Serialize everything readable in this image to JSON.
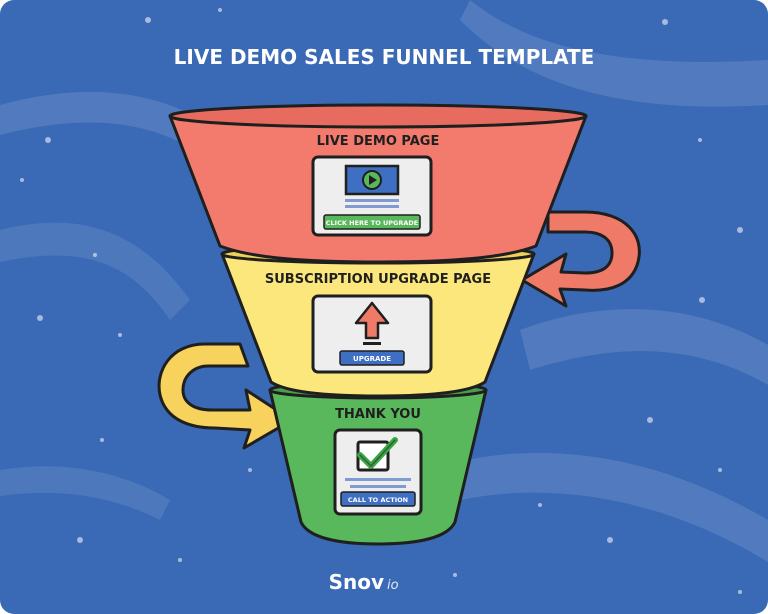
{
  "title": "LIVE DEMO SALES FUNNEL TEMPLATE",
  "stages": [
    {
      "label": "LIVE DEMO PAGE",
      "button": "CLICK HERE TO UPGRADE",
      "icon": "play-video-icon",
      "color": "#f27b6e"
    },
    {
      "label": "SUBSCRIPTION UPGRADE PAGE",
      "button": "UPGRADE",
      "icon": "upload-arrow-icon",
      "color": "#fbe77b"
    },
    {
      "label": "THANK YOU",
      "button": "CALL TO ACTION",
      "icon": "checkbox-icon",
      "color": "#5ab85c"
    }
  ],
  "brand": {
    "name": "Snov",
    "suffix": "io"
  },
  "colors": {
    "background": "#3a69b5",
    "stroke": "#1f1f1f",
    "button": "#3e6fc2",
    "arrow_red": "#ef7a68",
    "arrow_yellow": "#f7d35e",
    "screen": "#eeeeee"
  }
}
